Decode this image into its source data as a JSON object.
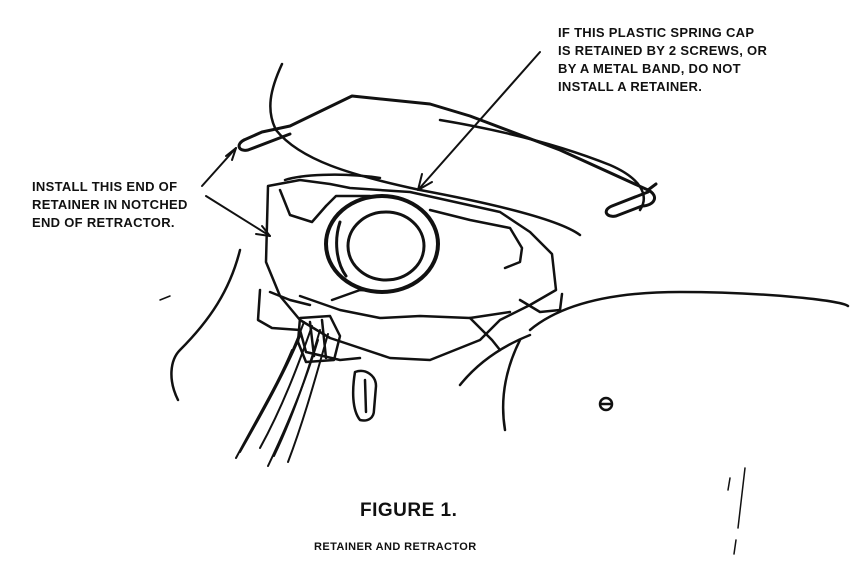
{
  "callouts": {
    "spring_cap_note": [
      "IF THIS PLASTIC SPRING CAP",
      "IS RETAINED BY 2 SCREWS, OR",
      "BY A METAL BAND, DO NOT",
      "INSTALL A RETAINER."
    ],
    "retainer_end_note": [
      "INSTALL THIS END OF",
      "RETAINER IN NOTCHED",
      "END OF RETRACTOR."
    ]
  },
  "figure": {
    "title": "FIGURE 1.",
    "caption": "RETAINER AND RETRACTOR"
  }
}
